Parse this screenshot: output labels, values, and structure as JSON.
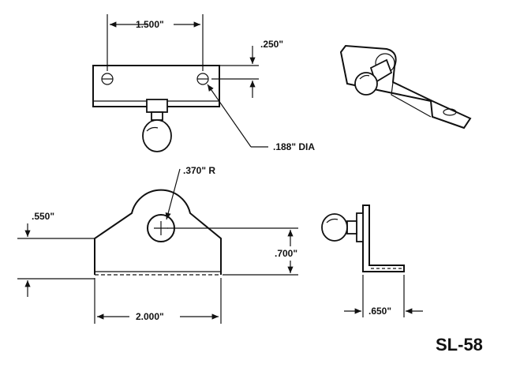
{
  "dimensions": {
    "top_width": "1.500\"",
    "top_offset": ".250\"",
    "hole_dia": ".188\" DIA",
    "radius": ".370\" R",
    "left_height": ".550\"",
    "right_height": ".700\"",
    "base_width": "2.000\"",
    "side_width": ".650\""
  },
  "part_number": "SL-58"
}
